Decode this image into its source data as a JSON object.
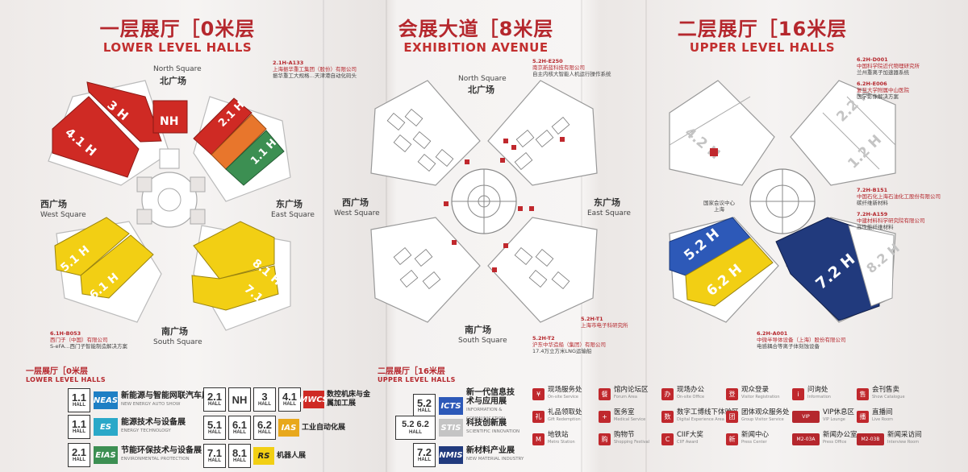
{
  "colors": {
    "red": "#cf2a24",
    "orange": "#e8762c",
    "green": "#3c8f52",
    "yellow": "#f2cf14",
    "blue": "#2d59b8",
    "navy": "#213a7d",
    "accent": "#b5272d"
  },
  "panel1": {
    "title_cn": "一层展厅［0米层",
    "title_en": "LOWER LEVEL HALLS",
    "north_en": "North Square",
    "north_cn": "北广场",
    "west_cn": "西广场",
    "west_en": "West Square",
    "east_cn": "东广场",
    "east_en": "East Square",
    "south_cn": "南广场",
    "south_en": "South Square",
    "halls": {
      "h3": "3 H",
      "h41": "4.1 H",
      "h21": "2.1 H",
      "h11": "1.1 H",
      "nh": "NH",
      "h51": "5.1 H",
      "h61": "6.1 H",
      "h71": "7.1 H",
      "h81": "8.1 H"
    },
    "callout_a": {
      "code": "2.1H-A133",
      "co": "上海振华重工集团（股份）有限公司",
      "desc": "振华重工大规格…天津港自动化码头"
    },
    "callout_b": {
      "code": "6.1H-B053",
      "co": "西门子（中国）有限公司",
      "desc": "S-eFA…西门子智能制造解决方案"
    }
  },
  "panel2": {
    "title_cn": "会展大道［8米层",
    "title_en": "EXHIBITION AVENUE",
    "north_en": "North Square",
    "north_cn": "北广场",
    "west_cn": "西广场",
    "west_en": "West Square",
    "east_cn": "东广场",
    "east_en": "East Square",
    "south_cn": "南广场",
    "south_en": "South Square",
    "callout_a": {
      "code": "5.2H-E250",
      "co": "南京新蓝科技有限公司",
      "desc": "自主内核大智能人机运行操作系统"
    },
    "callout_b": {
      "code": "5.2H-T1",
      "co": "上海市电子科研究所",
      "desc": ""
    },
    "callout_c": {
      "code": "5.2H-T2",
      "co": "沪东中华造船（集团）有限公司",
      "desc": "17.4万立方米LNG运输船"
    }
  },
  "panel3": {
    "title_cn": "二层展厅［16米层",
    "title_en": "UPPER LEVEL HALLS",
    "halls": {
      "h22": "2.2 H",
      "h12": "1.2 H",
      "h42": "4.2 H",
      "h52": "5.2 H",
      "h62": "6.2 H",
      "h72": "7.2 H",
      "h82": "8.2 H"
    },
    "center_cn": "国家会议中心",
    "center_sub": "上海",
    "callouts": [
      {
        "code": "6.2H-D001",
        "co": "中国科学院近代物理研究所",
        "desc": "兰州重离子加速器系统"
      },
      {
        "code": "6.2H-E006",
        "co": "复旦大学附属中山医院",
        "desc": "医学影像解决方案"
      },
      {
        "code": "7.2H-B151",
        "co": "中国石化上海石油化工股份有限公司",
        "desc": "碳纤维新材料"
      },
      {
        "code": "7.2H-A159",
        "co": "中建材料科学研究院有限公司",
        "desc": "高性能纤维材料"
      },
      {
        "code": "6.2H-A001",
        "co": "中微半导体设备（上海）股份有限公司",
        "desc": "电感耦合等离子体刻蚀设备"
      }
    ]
  },
  "legend_lower": {
    "title_cn": "一层展厅［0米层",
    "title_en": "LOWER LEVEL HALLS",
    "rows": [
      {
        "hall": "1.1",
        "sub": "HALL",
        "logo": "NEAS",
        "text": "新能源与智能网联汽车展",
        "en": "NEW ENERGY AUTO SHOW"
      },
      {
        "hall": "1.1",
        "sub": "HALL",
        "logo": "ES",
        "text": "能源技术与设备展",
        "en": "ENERGY TECHNOLOGY"
      },
      {
        "hall": "2.1",
        "sub": "HALL",
        "logo": "EIAS",
        "text": "节能环保技术与设备展",
        "en": "ENVIRONMENTAL PROTECTION"
      }
    ],
    "grid": [
      [
        "2.1",
        "NH",
        "3",
        "4.1"
      ],
      [
        "5.1",
        "6.1",
        "6.2",
        ""
      ],
      [
        "7.1",
        "8.1",
        "",
        ""
      ]
    ],
    "grid_sub": "HALL",
    "cats": [
      {
        "logo": "MWCS",
        "text": "数控机床与金属加工展"
      },
      {
        "logo": "IAS",
        "text": "工业自动化展"
      },
      {
        "logo": "RS",
        "text": "机器人展"
      }
    ]
  },
  "legend_upper": {
    "title_cn": "二层展厅［16米层",
    "title_en": "UPPER LEVEL HALLS",
    "rows": [
      {
        "hall": "5.2",
        "sub": "HALL",
        "logo": "ICTS",
        "text": "新一代信息技术与应用展",
        "en": "INFORMATION & COMMUNICATION"
      },
      {
        "hall": "5.2  6.2",
        "sub": "HALL",
        "logo": "STIS",
        "text": "科技创新展",
        "en": "SCIENTIFIC INNOVATION"
      },
      {
        "hall": "7.2",
        "sub": "HALL",
        "logo": "NMIS",
        "text": "新材料产业展",
        "en": "NEW MATERIAL INDUSTRY"
      }
    ]
  },
  "services": [
    {
      "icon": "¥",
      "text": "现场服务处",
      "en": "On-site Service"
    },
    {
      "icon": "餐",
      "text": "馆内论坛区",
      "en": "Forum Area"
    },
    {
      "icon": "办",
      "text": "现场办公",
      "en": "On-site Office"
    },
    {
      "icon": "登",
      "text": "观众登录",
      "en": "Visitor Registration"
    },
    {
      "icon": "i",
      "text": "问询处",
      "en": "Information"
    },
    {
      "icon": "售",
      "text": "会刊售卖",
      "en": "Show Catalogue"
    },
    {
      "icon": "礼",
      "text": "礼品领取处",
      "en": "Gift Redemption"
    },
    {
      "icon": "+",
      "text": "医务室",
      "en": "Medical Service"
    },
    {
      "icon": "数",
      "text": "数字工博线下体验区",
      "en": "Digital Experience Area"
    },
    {
      "icon": "团",
      "text": "团体观众服务处",
      "en": "Group Visitor Service"
    },
    {
      "icon": "VIP",
      "text": "VIP休息区",
      "en": "VIP Lounge"
    },
    {
      "icon": "播",
      "text": "直播间",
      "en": "Live Room"
    },
    {
      "icon": "M",
      "text": "地铁站",
      "en": "Metro Station"
    },
    {
      "icon": "购",
      "text": "购物节",
      "en": "Shopping Festival"
    },
    {
      "icon": "C",
      "text": "CIIF大奖",
      "en": "CIIF Award"
    },
    {
      "icon": "新",
      "text": "新闻中心",
      "en": "Press Center"
    },
    {
      "icon": "M2-03A",
      "text": "新闻办公室",
      "en": "Press Office"
    },
    {
      "icon": "M2-03B",
      "text": "新闻采访间",
      "en": "Interview Room"
    }
  ]
}
